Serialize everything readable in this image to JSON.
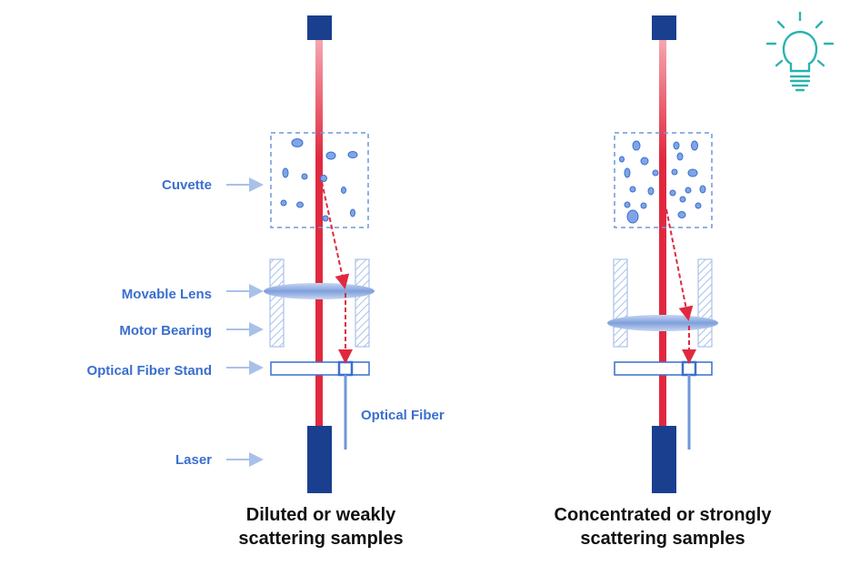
{
  "labels": {
    "cuvette": "Cuvette",
    "movable_lens": "Movable Lens",
    "motor_bearing": "Motor Bearing",
    "optical_fiber_stand": "Optical Fiber Stand",
    "laser": "Laser",
    "optical_fiber": "Optical Fiber"
  },
  "captions": {
    "left_line1": "Diluted or weakly",
    "left_line2": "scattering samples",
    "right_line1": "Concentrated or strongly",
    "right_line2": "scattering samples"
  },
  "colors": {
    "navy": "#1a3f8f",
    "laser_red": "#e0293f",
    "label_blue": "#3a6fcf",
    "accent_teal": "#2ab3b0"
  },
  "icon": "lightbulb-icon"
}
